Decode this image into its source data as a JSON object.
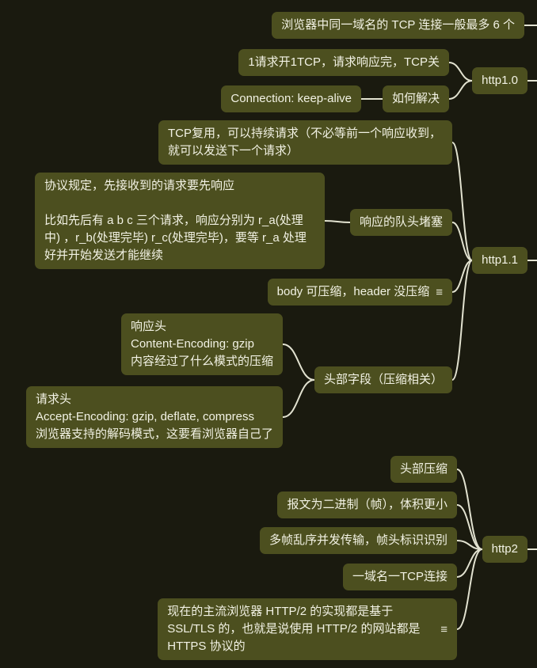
{
  "palette": {
    "background": "#1a1a0f",
    "node_bg": "#4c4f1f",
    "node_text": "#f2f2e4",
    "line": "#e2e2d0"
  },
  "icons": {
    "notes": "≡"
  },
  "nodes": {
    "tcp_limit": {
      "label": "浏览器中同一域名的 TCP 连接一般最多 6 个"
    },
    "http10": {
      "label": "http1.0"
    },
    "one_tcp": {
      "label": "1请求开1TCP，请求响应完，TCP关"
    },
    "solution": {
      "label": "如何解决"
    },
    "keep_alive": {
      "label": "Connection: keep-alive"
    },
    "http11": {
      "label": "http1.1"
    },
    "tcp_reuse": {
      "label": "TCP复用，可以持续请求（不必等前一个响应收到，就可以发送下一个请求）"
    },
    "head_of_line": {
      "label": "响应的队头堵塞"
    },
    "hol_detail": {
      "label": "协议规定，先接收到的请求要先响应\n\n比如先后有 a b c 三个请求，响应分别为 r_a(处理中) ，r_b(处理完毕) r_c(处理完毕)，要等 r_a 处理好并开始发送才能继续"
    },
    "body_compress": {
      "label": "body 可压缩，header 没压缩"
    },
    "header_fields": {
      "label": "头部字段（压缩相关）"
    },
    "response_header": {
      "label": "响应头\nContent-Encoding: gzip\n内容经过了什么模式的压缩"
    },
    "request_header": {
      "label": "请求头\nAccept-Encoding: gzip, deflate, compress\n浏览器支持的解码模式，这要看浏览器自己了"
    },
    "http2": {
      "label": "http2"
    },
    "h2_header_compress": {
      "label": "头部压缩"
    },
    "h2_binary": {
      "label": "报文为二进制（帧），体积更小"
    },
    "h2_multiplex": {
      "label": "多帧乱序并发传输，帧头标识识别"
    },
    "h2_one_conn": {
      "label": "一域名一TCP连接"
    },
    "h2_tls": {
      "label": "现在的主流浏览器 HTTP/2 的实现都是基于 SSL/TLS 的，也就是说使用 HTTP/2 的网站都是 HTTPS 协议的"
    }
  },
  "edges": [
    {
      "from": "tcp_limit",
      "to": "root"
    },
    {
      "from": "one_tcp",
      "to": "http10"
    },
    {
      "from": "keep_alive",
      "to": "solution"
    },
    {
      "from": "solution",
      "to": "http10"
    },
    {
      "from": "http10",
      "to": "root"
    },
    {
      "from": "tcp_reuse",
      "to": "http11"
    },
    {
      "from": "hol_detail",
      "to": "head_of_line"
    },
    {
      "from": "head_of_line",
      "to": "http11"
    },
    {
      "from": "body_compress",
      "to": "http11"
    },
    {
      "from": "response_header",
      "to": "header_fields"
    },
    {
      "from": "request_header",
      "to": "header_fields"
    },
    {
      "from": "header_fields",
      "to": "http11"
    },
    {
      "from": "http11",
      "to": "root"
    },
    {
      "from": "h2_header_compress",
      "to": "http2"
    },
    {
      "from": "h2_binary",
      "to": "http2"
    },
    {
      "from": "h2_multiplex",
      "to": "http2"
    },
    {
      "from": "h2_one_conn",
      "to": "http2"
    },
    {
      "from": "h2_tls",
      "to": "http2"
    },
    {
      "from": "http2",
      "to": "root"
    }
  ]
}
